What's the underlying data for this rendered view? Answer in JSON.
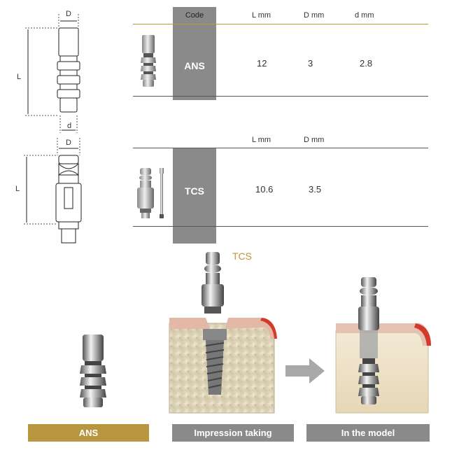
{
  "diagram_labels": {
    "d_top": "D",
    "l_top": "L",
    "d_small": "d",
    "d_mid": "D",
    "l_bottom": "L"
  },
  "table1": {
    "headers": {
      "code": "Code",
      "l": "L mm",
      "D": "D mm",
      "d": "d mm"
    },
    "row": {
      "code": "ANS",
      "l": "12",
      "D": "3",
      "d": "2.8"
    }
  },
  "table2": {
    "headers": {
      "l": "L mm",
      "D": "D mm"
    },
    "row": {
      "code": "TCS",
      "l": "10.6",
      "D": "3.5"
    }
  },
  "illustration": {
    "tcs_label": "TCS"
  },
  "captions": {
    "ans": "ANS",
    "impression": "Impression taking",
    "model": "In the model"
  },
  "colors": {
    "gold": "#b8963f",
    "grey": "#8a8a8a",
    "orange_line": "#c6932f"
  }
}
